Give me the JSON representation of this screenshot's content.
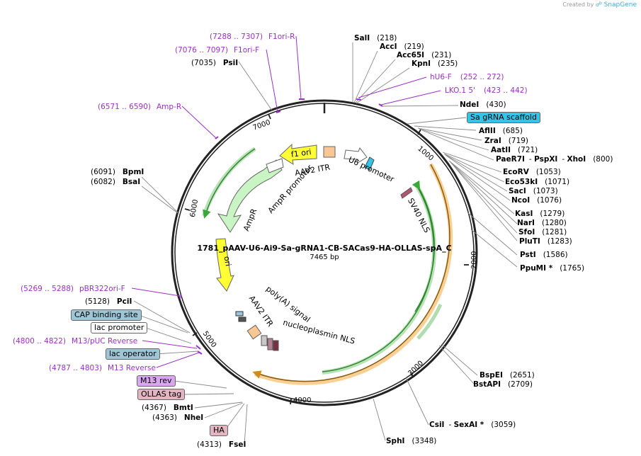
{
  "watermark": {
    "prefix": "Created by",
    "brand": "SnapGene"
  },
  "plasmid": {
    "name": "1781_pAAV-U6-Ai9-Sa-gRNA1-CB-SACas9-HA-OLLAS-spA_C",
    "size_label": "7465 bp"
  },
  "ticks": [
    "1000",
    "2000",
    "3000",
    "4000",
    "5000",
    "6000",
    "7000"
  ],
  "features_inside": {
    "f1_ori": "f1 ori",
    "aav2_itr_top": "AAV2 ITR",
    "u6_promoter": "U6 promoter",
    "ampr_promoter": "AmpR promoter",
    "ampr": "AmpR",
    "sv40_nls": "SV40 NLS",
    "ori": "ori",
    "aav2_itr_bottom": "AAV2 ITR",
    "polya_signal": "poly(A) signal",
    "nucleoplasmin_nls": "nucleoplasmin NLS"
  },
  "enzymes": [
    {
      "name": "SalI",
      "pos": "(218)"
    },
    {
      "name": "AccI",
      "pos": "(219)"
    },
    {
      "name": "Acc65I",
      "pos": "(231)"
    },
    {
      "name": "KpnI",
      "pos": "(235)"
    },
    {
      "name": "NdeI",
      "pos": "(430)"
    },
    {
      "name": "AflII",
      "pos": "(685)"
    },
    {
      "name": "ZraI",
      "pos": "(719)"
    },
    {
      "name": "AatII",
      "pos": "(721)"
    },
    {
      "name": "PaeR7I",
      "name2": "PspXI",
      "name3": "XhoI",
      "pos": "(800)"
    },
    {
      "name": "EcoRV",
      "pos": "(1053)"
    },
    {
      "name": "Eco53kI",
      "pos": "(1071)"
    },
    {
      "name": "SacI",
      "pos": "(1073)"
    },
    {
      "name": "NcoI",
      "pos": "(1076)"
    },
    {
      "name": "KasI",
      "pos": "(1279)"
    },
    {
      "name": "NarI",
      "pos": "(1280)"
    },
    {
      "name": "SfoI",
      "pos": "(1281)"
    },
    {
      "name": "PluTI",
      "pos": "(1283)"
    },
    {
      "name": "PstI",
      "pos": "(1586)"
    },
    {
      "name": "PpuMI *",
      "pos": "(1765)"
    },
    {
      "name": "BspEI",
      "pos": "(2651)"
    },
    {
      "name": "BstAPI",
      "pos": "(2709)"
    },
    {
      "name": "CsiI",
      "name2": "SexAI *",
      "pos": "(3059)"
    },
    {
      "name": "SphI",
      "pos": "(3348)"
    },
    {
      "name": "FseI",
      "pos": "(4313)"
    },
    {
      "name": "NheI",
      "pos": "(4363)"
    },
    {
      "name": "BmtI",
      "pos": "(4367)"
    },
    {
      "name": "PciI",
      "pos": "(5128)"
    },
    {
      "name": "BsaI",
      "pos": "(6082)"
    },
    {
      "name": "BpmI",
      "pos": "(6091)"
    },
    {
      "name": "PsiI",
      "pos": "(7035)"
    }
  ],
  "primers": [
    {
      "name": "hU6-F",
      "range": "(252 .. 272)"
    },
    {
      "name": "LKO.1 5'",
      "range": "(423 .. 442)"
    },
    {
      "name": "F1ori-R",
      "range": "(7288 .. 7307)"
    },
    {
      "name": "F1ori-F",
      "range": "(7076 .. 7097)"
    },
    {
      "name": "Amp-R",
      "range": "(6571 .. 6590)"
    },
    {
      "name": "pBR322ori-F",
      "range": "(5269 .. 5288)"
    },
    {
      "name": "M13/pUC Reverse",
      "range": "(4800 .. 4822)"
    },
    {
      "name": "M13 Reverse",
      "range": "(4787 .. 4803)"
    }
  ],
  "feature_boxes": {
    "sa_grna": "Sa gRNA scaffold",
    "cap": "CAP binding site",
    "lac_promoter": "lac promoter",
    "lac_operator": "lac operator",
    "m13_rev": "M13 rev",
    "ollas": "OLLAS tag",
    "ha": "HA"
  },
  "colors": {
    "primer": "#9b30c8",
    "sa_grna_fill": "#33c4e8",
    "cap_fill": "#9ec6d6",
    "lac_op_fill": "#9ec6d6",
    "m13_fill": "#d9a6f0",
    "ollas_fill": "#e2b5c0",
    "ha_fill": "#e2b5c0",
    "orf_orange": "#f2a93b",
    "orf_green": "#3aa836",
    "ampr_fill": "#c9f5c4",
    "ori_fill": "#ffff33"
  }
}
